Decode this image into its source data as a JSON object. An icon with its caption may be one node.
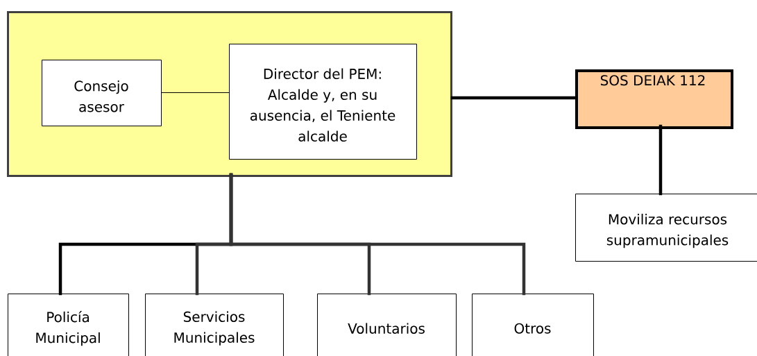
{
  "diagram": {
    "nodes": [
      {
        "text": [],
        "shape": "box"
      },
      {
        "text": [
          "Consejo asesor"
        ],
        "in": 0
      },
      {
        "text": [
          "Director del PEM: Alcalde y, en su ausencia, el Teniente alcalde"
        ],
        "in": 0
      },
      {
        "text": [
          "SOS DEIAK 112"
        ]
      },
      {
        "text": [
          "Moviliza recursos supramunicipales"
        ]
      },
      {
        "text": [
          "Policía Municipal"
        ]
      },
      {
        "text": [
          "Servicios Municipales"
        ]
      },
      {
        "text": [
          "Voluntarios"
        ]
      },
      {
        "text": [
          "Otros"
        ]
      }
    ],
    "edges": [
      {
        "from": 1,
        "to": 2,
        "arrow": "none"
      },
      {
        "from": 0,
        "to": 3,
        "arrow": "none"
      },
      {
        "from": 3,
        "to": 4,
        "arrow": "none"
      },
      {
        "from": 0,
        "to": 5,
        "arrow": "none"
      },
      {
        "from": 0,
        "to": 6,
        "arrow": "none",
        "color": "#333333"
      },
      {
        "from": 0,
        "to": 7,
        "arrow": "none",
        "color": "#333333"
      },
      {
        "from": 0,
        "to": 8,
        "arrow": "none",
        "color": "#333333"
      }
    ]
  }
}
